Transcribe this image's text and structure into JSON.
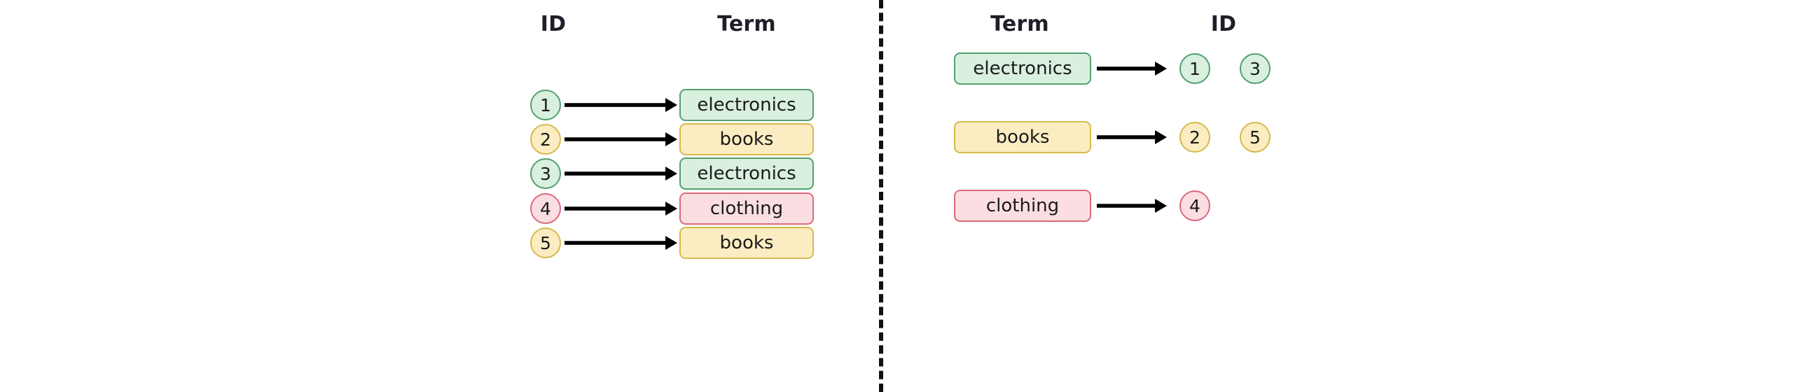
{
  "diagram": {
    "title_hidden": "",
    "divider": {
      "style": "dashed",
      "color": "#111111"
    },
    "palette": {
      "green_fill": "#d9f0de",
      "green_border": "#52a06f",
      "yellow_fill": "#fbecc2",
      "yellow_border": "#d6ba4c",
      "pink_fill": "#fbdee2",
      "pink_border": "#dc687c",
      "arrow": "#000000",
      "header_text": "#1d2029"
    }
  },
  "left_panel": {
    "headers": {
      "id": "ID",
      "term": "Term"
    },
    "rows": [
      {
        "id": "1",
        "term": "electronics",
        "color": "green"
      },
      {
        "id": "2",
        "term": "books",
        "color": "yellow"
      },
      {
        "id": "3",
        "term": "electronics",
        "color": "green"
      },
      {
        "id": "4",
        "term": "clothing",
        "color": "pink"
      },
      {
        "id": "5",
        "term": "books",
        "color": "yellow"
      }
    ]
  },
  "right_panel": {
    "headers": {
      "term": "Term",
      "id": "ID"
    },
    "rows": [
      {
        "term": "electronics",
        "color": "green",
        "ids": [
          "1",
          "3"
        ]
      },
      {
        "term": "books",
        "color": "yellow",
        "ids": [
          "2",
          "5"
        ]
      },
      {
        "term": "clothing",
        "color": "pink",
        "ids": [
          "4"
        ]
      }
    ]
  }
}
